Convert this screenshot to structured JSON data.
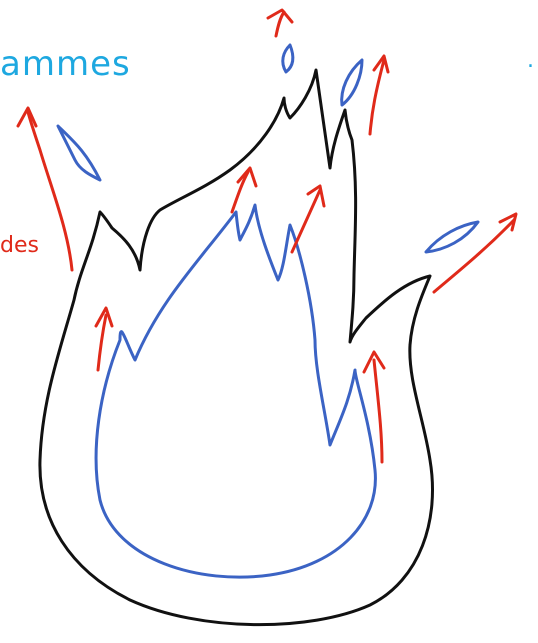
{
  "labels": {
    "title_partial": "ammes",
    "left_partial": "des",
    "corner_mark": "."
  },
  "colors": {
    "outer_flame": "#111111",
    "inner_flame": "#3b63c4",
    "arrows": "#e02a1a",
    "title_text": "#1ea8e0",
    "left_text": "#e02a1a"
  },
  "icons": {
    "arrow": "red-up-arrow-icon",
    "outer": "flame-outline",
    "inner": "inner-flame-outline",
    "droplet": "blue-flame-wisp-icon"
  }
}
